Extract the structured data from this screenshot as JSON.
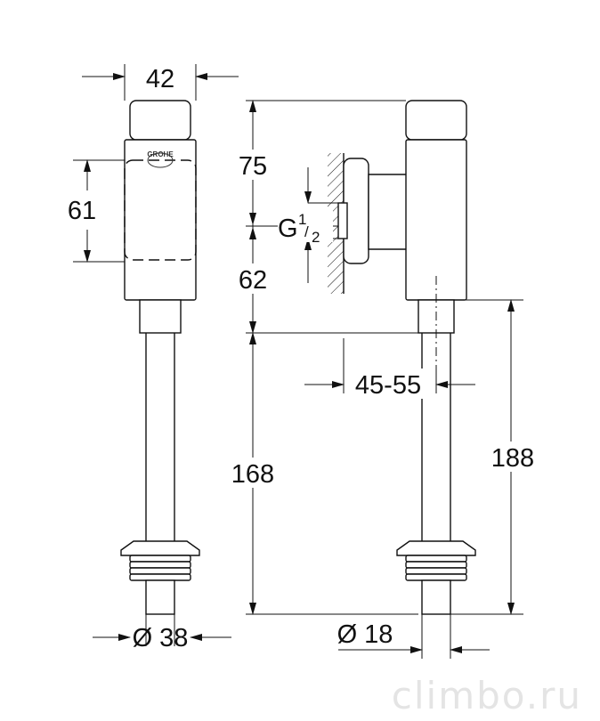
{
  "dimensions": {
    "width_top": "42",
    "body_height": "61",
    "top_to_inlet": "75",
    "inlet_thread_main": "G",
    "inlet_thread_num": "1",
    "inlet_thread_den": "2",
    "inlet_to_body_bottom": "62",
    "wall_offset": "45-55",
    "pipe_length": "168",
    "total_pipe": "188",
    "flange_diameter": "Ø 38",
    "pipe_diameter": "Ø 18"
  },
  "brand_logo": "GROHE",
  "watermark": "climbo.ru",
  "colors": {
    "line": "#111111",
    "watermark": "#e4e4e4"
  }
}
